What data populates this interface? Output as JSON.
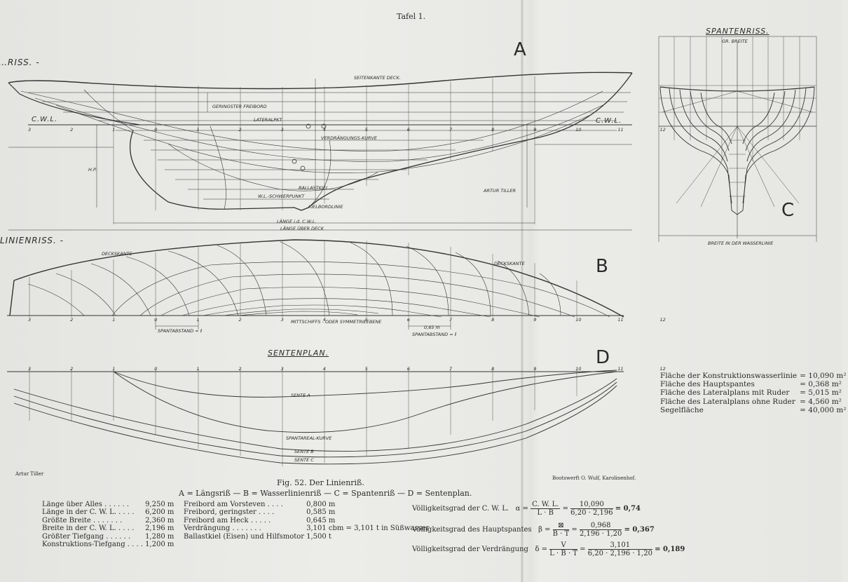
{
  "plate": "Tafel 1.",
  "views": {
    "A": {
      "letter": "A",
      "title": "…RISS. -"
    },
    "B": {
      "letter": "B",
      "title": "LINIENRISS. -"
    },
    "C": {
      "letter": "C",
      "title": "SPANTENRISS."
    },
    "D": {
      "letter": "D",
      "title": "SENTENPLAN."
    }
  },
  "sheer_labels": {
    "deck": "SEITENKANTE DECK.",
    "cwl": "C.W.L.",
    "freibord": "GERINGSTER FREIBORD",
    "verdraengung": "VERDRÄNGUNGS-KURVE",
    "ballast": "BALLASTKIEL",
    "wl_schwerpunkt": "W.L.-SCHWERPUNKT",
    "author_stamp": "ARTUR TILLER",
    "laenge_cwl": "LÄNGE i.d. C.W.L.",
    "laenge_deck": "LÄNGE ÜBER DECK",
    "lateral": "LATERALPKT",
    "hp": "H.P.",
    "kielbordlinie": "KIELBORDLINIE"
  },
  "plan_labels": {
    "deckskante": "DECKSKANTE",
    "mittschiffs": "MITTSCHIFFS - ODER SYMMETRIEEBENE",
    "spantabstand_left": "SPANTABSTAND = ℓ",
    "spantabstand_right": "SPANTABSTAND = ℓ",
    "spacing": "0,65 m"
  },
  "section_labels": {
    "breite_top": "GR. BREITE",
    "breite_bottom": "BREITE IN DER WASSERLINIE"
  },
  "senten_labels": {
    "sente_a": "SENTE A",
    "spantareal": "SPANTAREAL-KURVE",
    "sente_b": "SENTE B",
    "sente_c": "SENTE C"
  },
  "stations": [
    "3",
    "2",
    "1",
    "0",
    "1",
    "2",
    "3",
    "4",
    "5",
    "6",
    "7",
    "8",
    "9",
    "10",
    "11",
    "12"
  ],
  "areas": [
    {
      "label": "Fläche der Konstruktionswasserlinie",
      "value": "= 10,090 m²"
    },
    {
      "label": "Fläche des Hauptspantes",
      "value": "= 0,368 m²"
    },
    {
      "label": "Fläche des Lateralplans mit Ruder",
      "value": "= 5,015 m²"
    },
    {
      "label": "Fläche des Lateralplans ohne Ruder",
      "value": "= 4,560 m²"
    },
    {
      "label": "Segelfläche",
      "value": "= 40,000 m²"
    }
  ],
  "credits": {
    "author": "Artur Tiller",
    "yard": "Bootswerft O. Wulf, Karolinenhof.",
    "fig_title": "Fig. 52. Der Linienriß.",
    "legend": "A = Längsriß — B = Wasserlinienriß — C = Spantenriß — D = Sentenplan."
  },
  "specs_left": [
    {
      "label": "Länge über Alles . . . . . .",
      "value": "9,250 m"
    },
    {
      "label": "Länge in der C. W. L. . . . .",
      "value": "6,200 m"
    },
    {
      "label": "Größte Breite . . . . . . .",
      "value": "2,360 m"
    },
    {
      "label": "Breite in der C. W. L. . . . .",
      "value": "2,196 m"
    },
    {
      "label": "Größter Tiefgang . . . . . .",
      "value": "1,280 m"
    },
    {
      "label": "Konstruktions-Tiefgang . . . .",
      "value": "1,200 m"
    }
  ],
  "specs_mid": [
    {
      "label": "Freibord am Vorsteven . . . .",
      "value": "0,800 m"
    },
    {
      "label": "Freibord, geringster . . . .",
      "value": "0,585 m"
    },
    {
      "label": "Freibord am Heck . . . . .",
      "value": "0,645 m"
    },
    {
      "label": "Verdrängung . . . . . . .",
      "value": "3,101 cbm = 3,101 t in Süßwasser"
    },
    {
      "label": "Ballastkiel (Eisen) und Hilfsmotor",
      "value": "1,500 t"
    }
  ],
  "coefficients": [
    {
      "label": "Völligkeitsgrad der C. W. L.",
      "symbol": "α =",
      "f1_num": "C. W. L.",
      "f1_den": "L · B",
      "f2_num": "10,090",
      "f2_den": "6,20 · 2,196",
      "result": "= 0,74"
    },
    {
      "label": "Völligkeitsgrad des Hauptspantes",
      "symbol": "β =",
      "f1_num": "⊠",
      "f1_den": "B · T",
      "f2_num": "0,968",
      "f2_den": "2,196 · 1,20",
      "result": "= 0,367"
    },
    {
      "label": "Völligkeitsgrad der Verdrängung",
      "symbol": "δ =",
      "f1_num": "V",
      "f1_den": "L · B · T",
      "f2_num": "3,101",
      "f2_den": "6,20 · 2,196 · 1,20",
      "result": "= 0,189"
    }
  ]
}
